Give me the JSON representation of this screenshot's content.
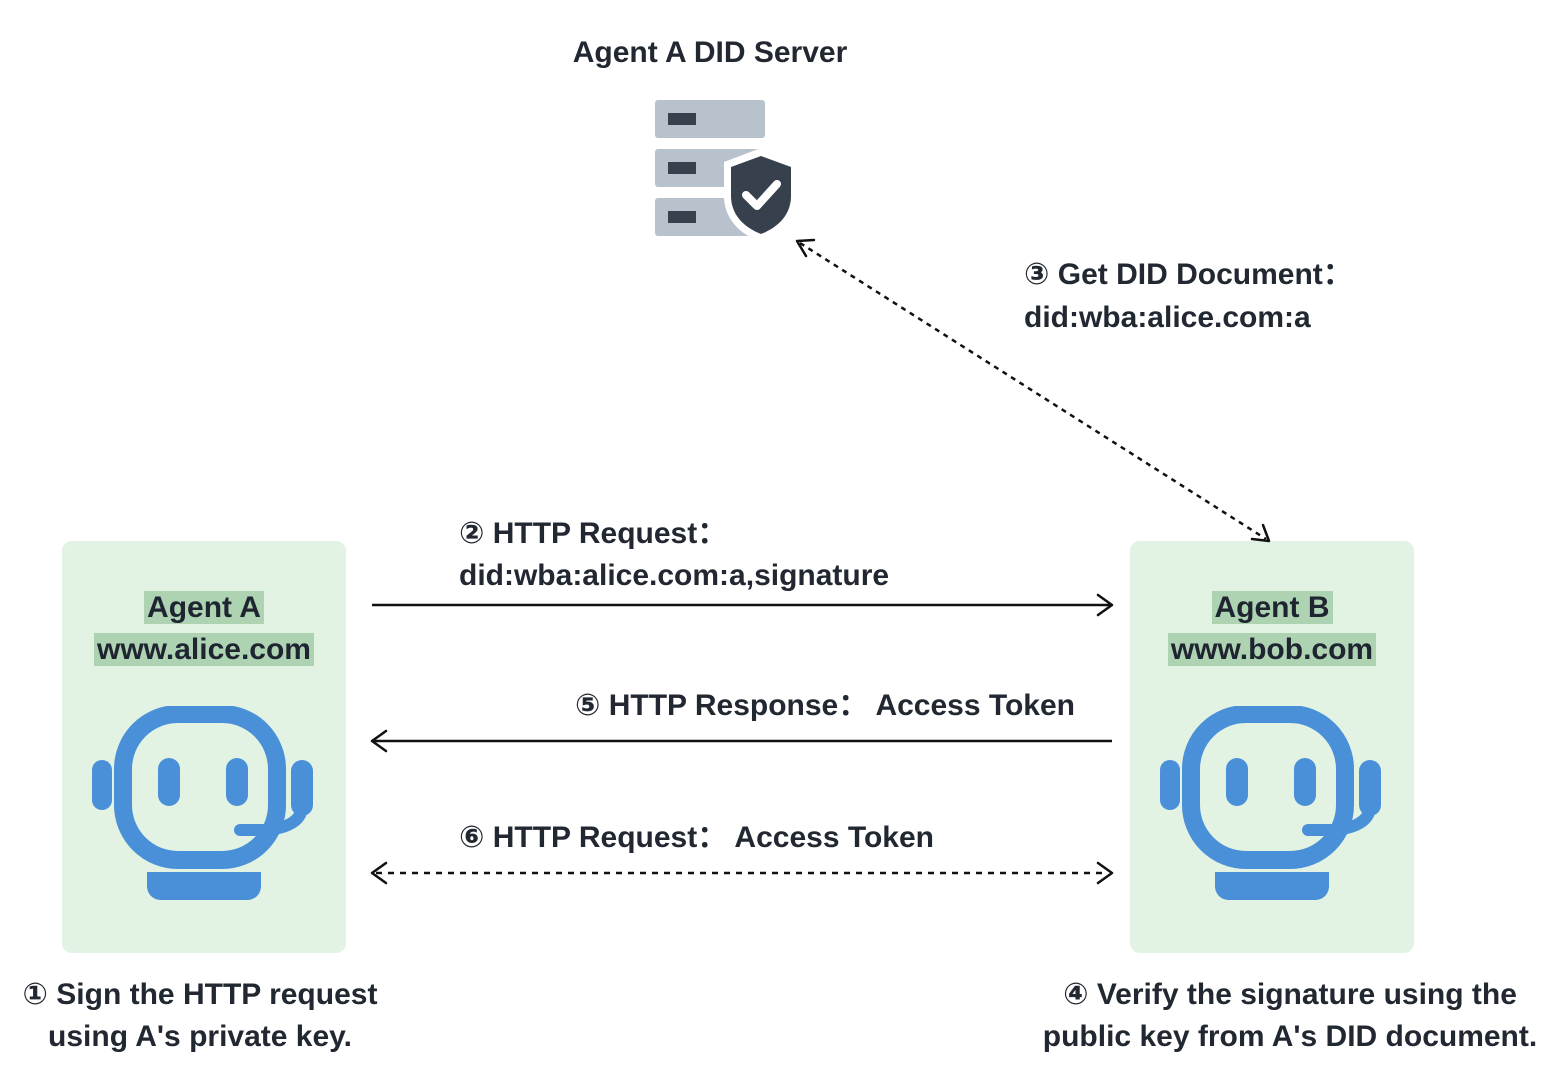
{
  "server": {
    "title": "Agent A DID Server",
    "icon": "server-shield-icon"
  },
  "agent_a": {
    "name": "Agent A",
    "domain": "www.alice.com",
    "icon": "robot-headset-icon"
  },
  "agent_b": {
    "name": "Agent  B",
    "domain": "www.bob.com",
    "icon": "robot-headset-icon"
  },
  "steps": {
    "step1": {
      "line1": "① Sign the HTTP request",
      "line2": "using A's private key."
    },
    "step2": {
      "line1": "② HTTP Request：",
      "line2": "did:wba:alice.com:a,signature"
    },
    "step3": {
      "line1": "③ Get DID Document：",
      "line2": "did:wba:alice.com:a"
    },
    "step4": {
      "line1": "④ Verify the signature using the",
      "line2": "public key from A's DID document."
    },
    "step5": {
      "label": "⑤ HTTP Response： Access Token"
    },
    "step6": {
      "label": "⑥ HTTP Request： Access Token"
    }
  },
  "colors": {
    "card_bg": "#e2f2e3",
    "label_highlight": "#aed3b3",
    "robot_blue": "#4a90d9",
    "server_gray": "#b8c2cc",
    "server_dark": "#37414d",
    "arrow": "#111111"
  }
}
